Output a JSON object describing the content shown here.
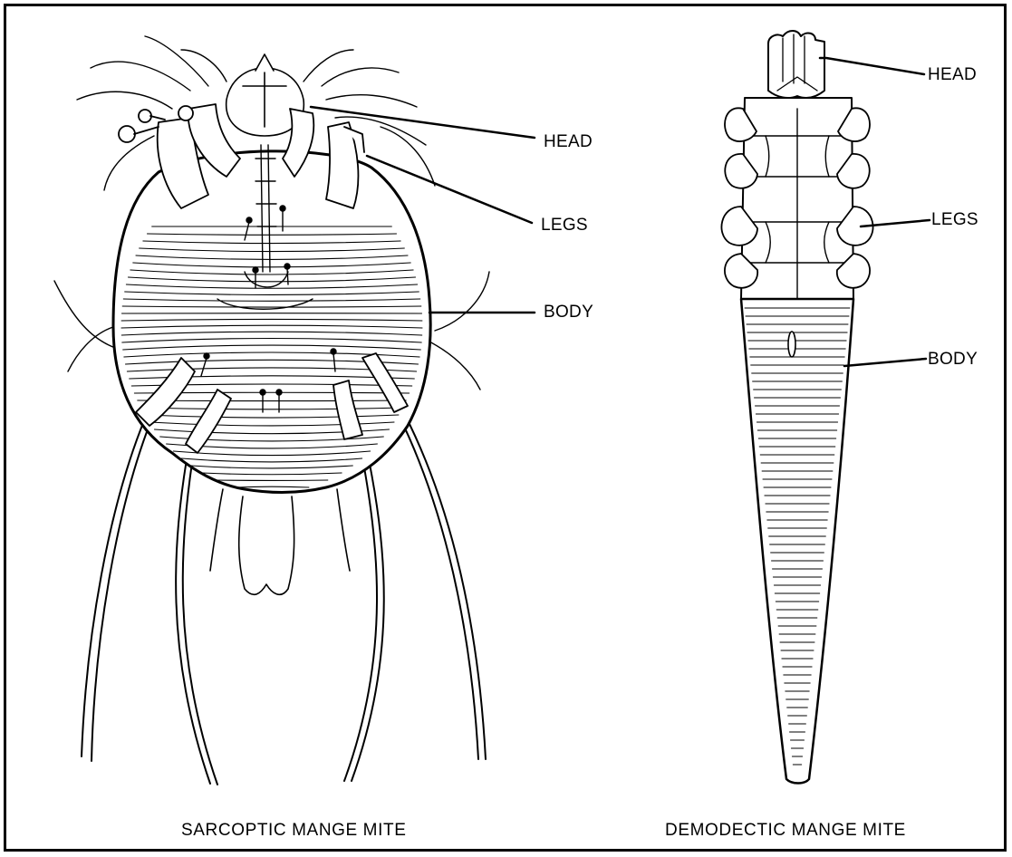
{
  "sarcoptic": {
    "caption": "SARCOPTIC MANGE MITE",
    "labels": {
      "head": "HEAD",
      "legs": "LEGS",
      "body": "BODY"
    }
  },
  "demodectic": {
    "caption": "DEMODECTIC MANGE MITE",
    "labels": {
      "head": "HEAD",
      "legs": "LEGS",
      "body": "BODY"
    }
  },
  "colors": {
    "ink": "#000000",
    "paper": "#ffffff"
  }
}
